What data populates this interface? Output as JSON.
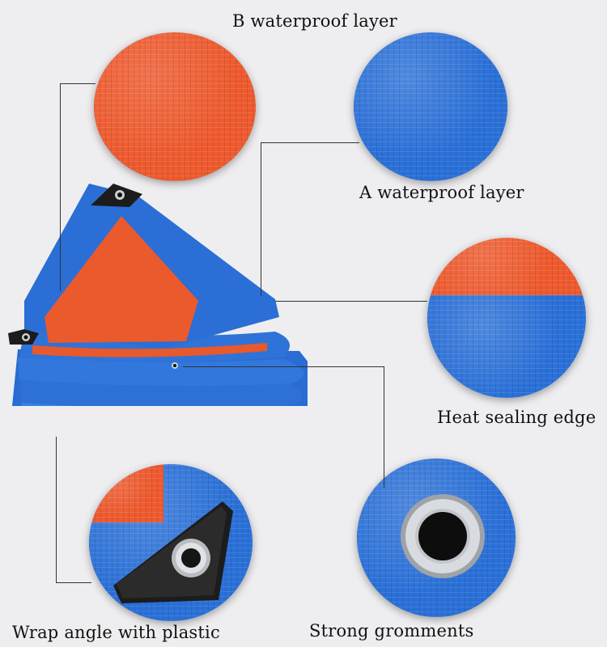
{
  "labels": {
    "b_layer": "B waterproof layer",
    "a_layer": "A waterproof layer",
    "heat_sealing": "Heat sealing edge",
    "wrap_angle": "Wrap angle with plastic",
    "grommets": "Strong gromments"
  },
  "colors": {
    "tarp_blue": "#2a70d8",
    "tarp_orange": "#ee5a2e",
    "background": "#eeeef0",
    "corner_black": "#1c1c1c"
  }
}
